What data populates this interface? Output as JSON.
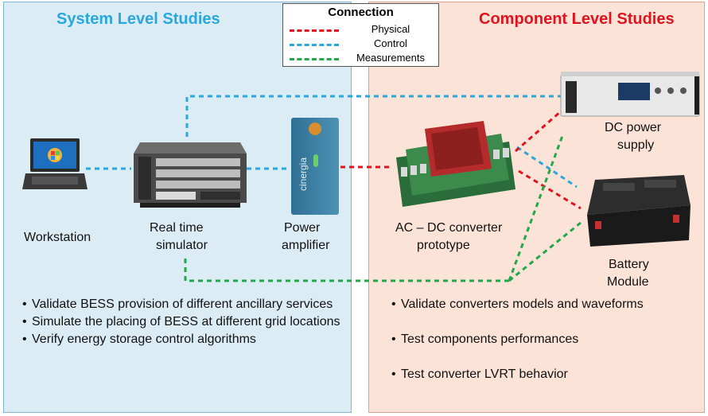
{
  "left_panel": {
    "title": "System Level Studies",
    "title_color": "#2aa7dd",
    "bullets": [
      "Validate BESS provision of different ancillary services",
      "Simulate the placing of BESS at different grid locations",
      "Verify energy storage control algorithms"
    ]
  },
  "right_panel": {
    "title": "Component Level Studies",
    "title_color": "#e0141e",
    "bullets": [
      "Validate converters models and waveforms",
      "Test components performances",
      "Test converter LVRT behavior"
    ]
  },
  "legend": {
    "title": "Connection",
    "items": [
      {
        "label": "Physical",
        "color": "#e0141e"
      },
      {
        "label": "Control",
        "color": "#2aa7dd"
      },
      {
        "label": "Measurements",
        "color": "#22a84a"
      }
    ]
  },
  "devices": {
    "workstation": "Workstation",
    "simulator_line1": "Real time",
    "simulator_line2": "simulator",
    "amplifier_line1": "Power",
    "amplifier_line2": "amplifier",
    "amplifier_brand": "cinergia",
    "converter_line1": "AC – DC converter",
    "converter_line2": "prototype",
    "dc_supply_line1": "DC power",
    "dc_supply_line2": "supply",
    "battery_line1": "Battery",
    "battery_line2": "Module"
  }
}
